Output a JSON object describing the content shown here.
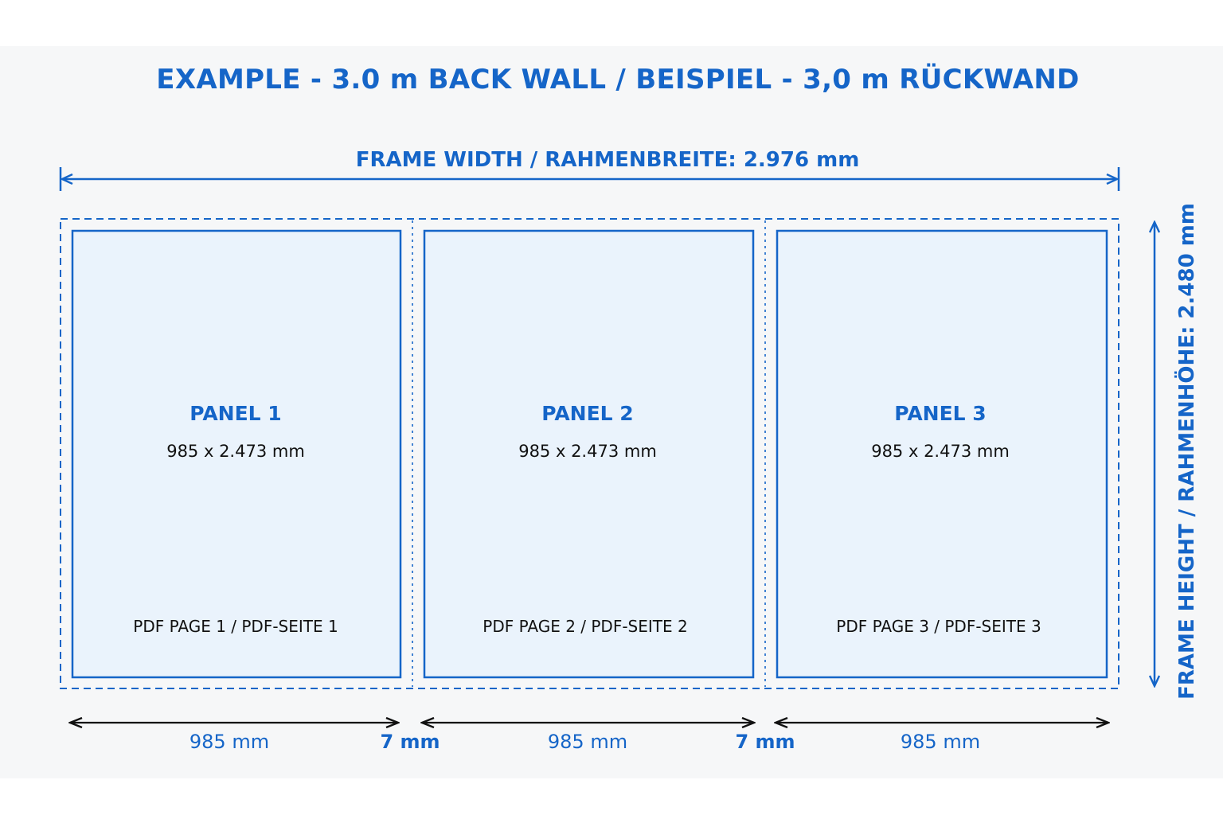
{
  "title": "EXAMPLE - 3.0 m BACK WALL / BEISPIEL - 3,0 m RÜCKWAND",
  "frame_width_label": "FRAME WIDTH / RAHMENBREITE: 2.976 mm",
  "frame_height_label": "FRAME HEIGHT / RAHMENHÖHE: 2.480 mm",
  "panels": [
    {
      "title": "PANEL 1",
      "size": "985 x 2.473 mm",
      "page": "PDF PAGE 1 / PDF-SEITE 1"
    },
    {
      "title": "PANEL 2",
      "size": "985 x 2.473 mm",
      "page": "PDF PAGE 2 / PDF-SEITE 2"
    },
    {
      "title": "PANEL 3",
      "size": "985 x 2.473 mm",
      "page": "PDF PAGE 3 / PDF-SEITE 3"
    }
  ],
  "dimensions": {
    "panel_widths": [
      "985 mm",
      "985 mm",
      "985 mm"
    ],
    "gaps": [
      "7 mm",
      "7 mm"
    ]
  },
  "colors": {
    "accent": "#1565c8",
    "panel_fill": "#eaf3fc",
    "background": "#f6f7f8",
    "text": "#111111"
  }
}
